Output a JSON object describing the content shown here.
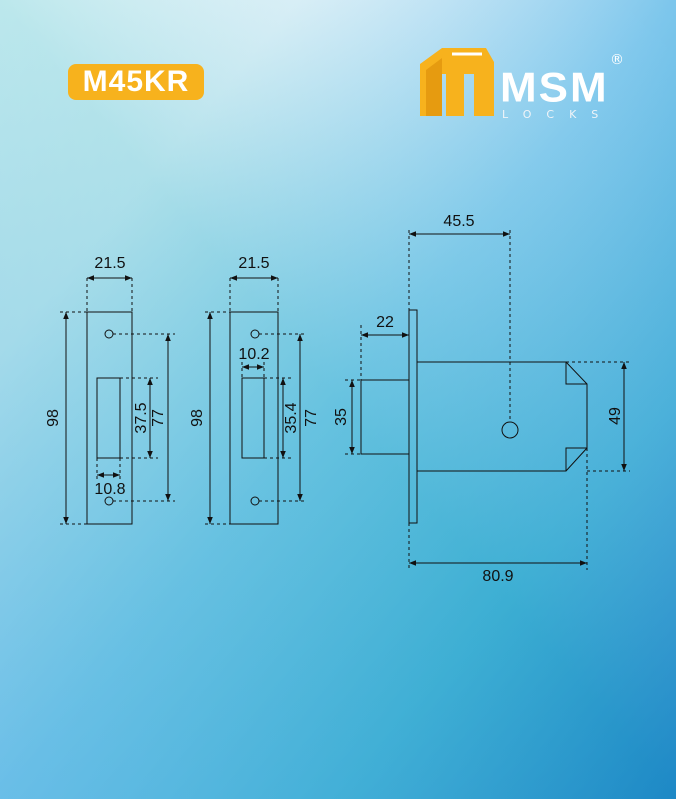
{
  "model": "M45KR",
  "brand": {
    "name": "MSM",
    "tagline": "LOCKS",
    "reg_mark": "®",
    "color": "#f7b21d"
  },
  "dimensions": {
    "strike_plate_1": {
      "width": "21.5",
      "height": "98",
      "hole_spacing": "77",
      "slot_height": "37.5",
      "slot_width": "10.8"
    },
    "strike_plate_2": {
      "width": "21.5",
      "height": "98",
      "hole_spacing": "77",
      "slot_height": "35.4",
      "slot_width": "10.2"
    },
    "lock_body": {
      "backset": "45.5",
      "bolt_throw": "22",
      "bolt_height": "35",
      "case_height": "49",
      "case_depth": "80.9"
    }
  }
}
